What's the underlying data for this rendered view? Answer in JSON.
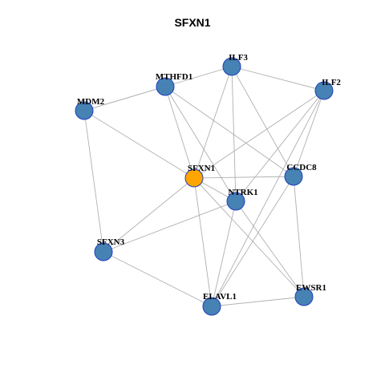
{
  "title": "SFXN1",
  "colors": {
    "hub": "#FFA500",
    "node": "#4682B4",
    "node_border": "#1F3FBF",
    "edge": "#B0B0B0"
  },
  "nodes": [
    {
      "id": "ILF3",
      "label": "ILF3",
      "hub": false
    },
    {
      "id": "MTHFD1",
      "label": "MTHFD1",
      "hub": false
    },
    {
      "id": "ILF2",
      "label": "ILF2",
      "hub": false
    },
    {
      "id": "MDM2",
      "label": "MDM2",
      "hub": false
    },
    {
      "id": "SFXN1",
      "label": "SFXN1",
      "hub": true
    },
    {
      "id": "CCDC8",
      "label": "CCDC8",
      "hub": false
    },
    {
      "id": "NTRK1",
      "label": "NTRK1",
      "hub": false
    },
    {
      "id": "SFXN3",
      "label": "SFXN3",
      "hub": false
    },
    {
      "id": "EWSR1",
      "label": "EWSR1",
      "hub": false
    },
    {
      "id": "ELAVL1",
      "label": "ELAVL1",
      "hub": false
    }
  ],
  "edges": [
    [
      "MDM2",
      "MTHFD1"
    ],
    [
      "MDM2",
      "ILF3"
    ],
    [
      "MDM2",
      "SFXN1"
    ],
    [
      "MDM2",
      "SFXN3"
    ],
    [
      "MTHFD1",
      "SFXN1"
    ],
    [
      "MTHFD1",
      "CCDC8"
    ],
    [
      "MTHFD1",
      "NTRK1"
    ],
    [
      "ILF3",
      "ILF2"
    ],
    [
      "ILF3",
      "SFXN1"
    ],
    [
      "ILF3",
      "NTRK1"
    ],
    [
      "ILF3",
      "CCDC8"
    ],
    [
      "ILF2",
      "SFXN1"
    ],
    [
      "ILF2",
      "NTRK1"
    ],
    [
      "ILF2",
      "CCDC8"
    ],
    [
      "ILF2",
      "ELAVL1"
    ],
    [
      "SFXN1",
      "CCDC8"
    ],
    [
      "SFXN1",
      "NTRK1"
    ],
    [
      "SFXN1",
      "SFXN3"
    ],
    [
      "SFXN1",
      "ELAVL1"
    ],
    [
      "SFXN1",
      "EWSR1"
    ],
    [
      "CCDC8",
      "EWSR1"
    ],
    [
      "CCDC8",
      "ELAVL1"
    ],
    [
      "NTRK1",
      "SFXN3"
    ],
    [
      "NTRK1",
      "ELAVL1"
    ],
    [
      "NTRK1",
      "EWSR1"
    ],
    [
      "SFXN3",
      "ELAVL1"
    ],
    [
      "ELAVL1",
      "EWSR1"
    ]
  ]
}
